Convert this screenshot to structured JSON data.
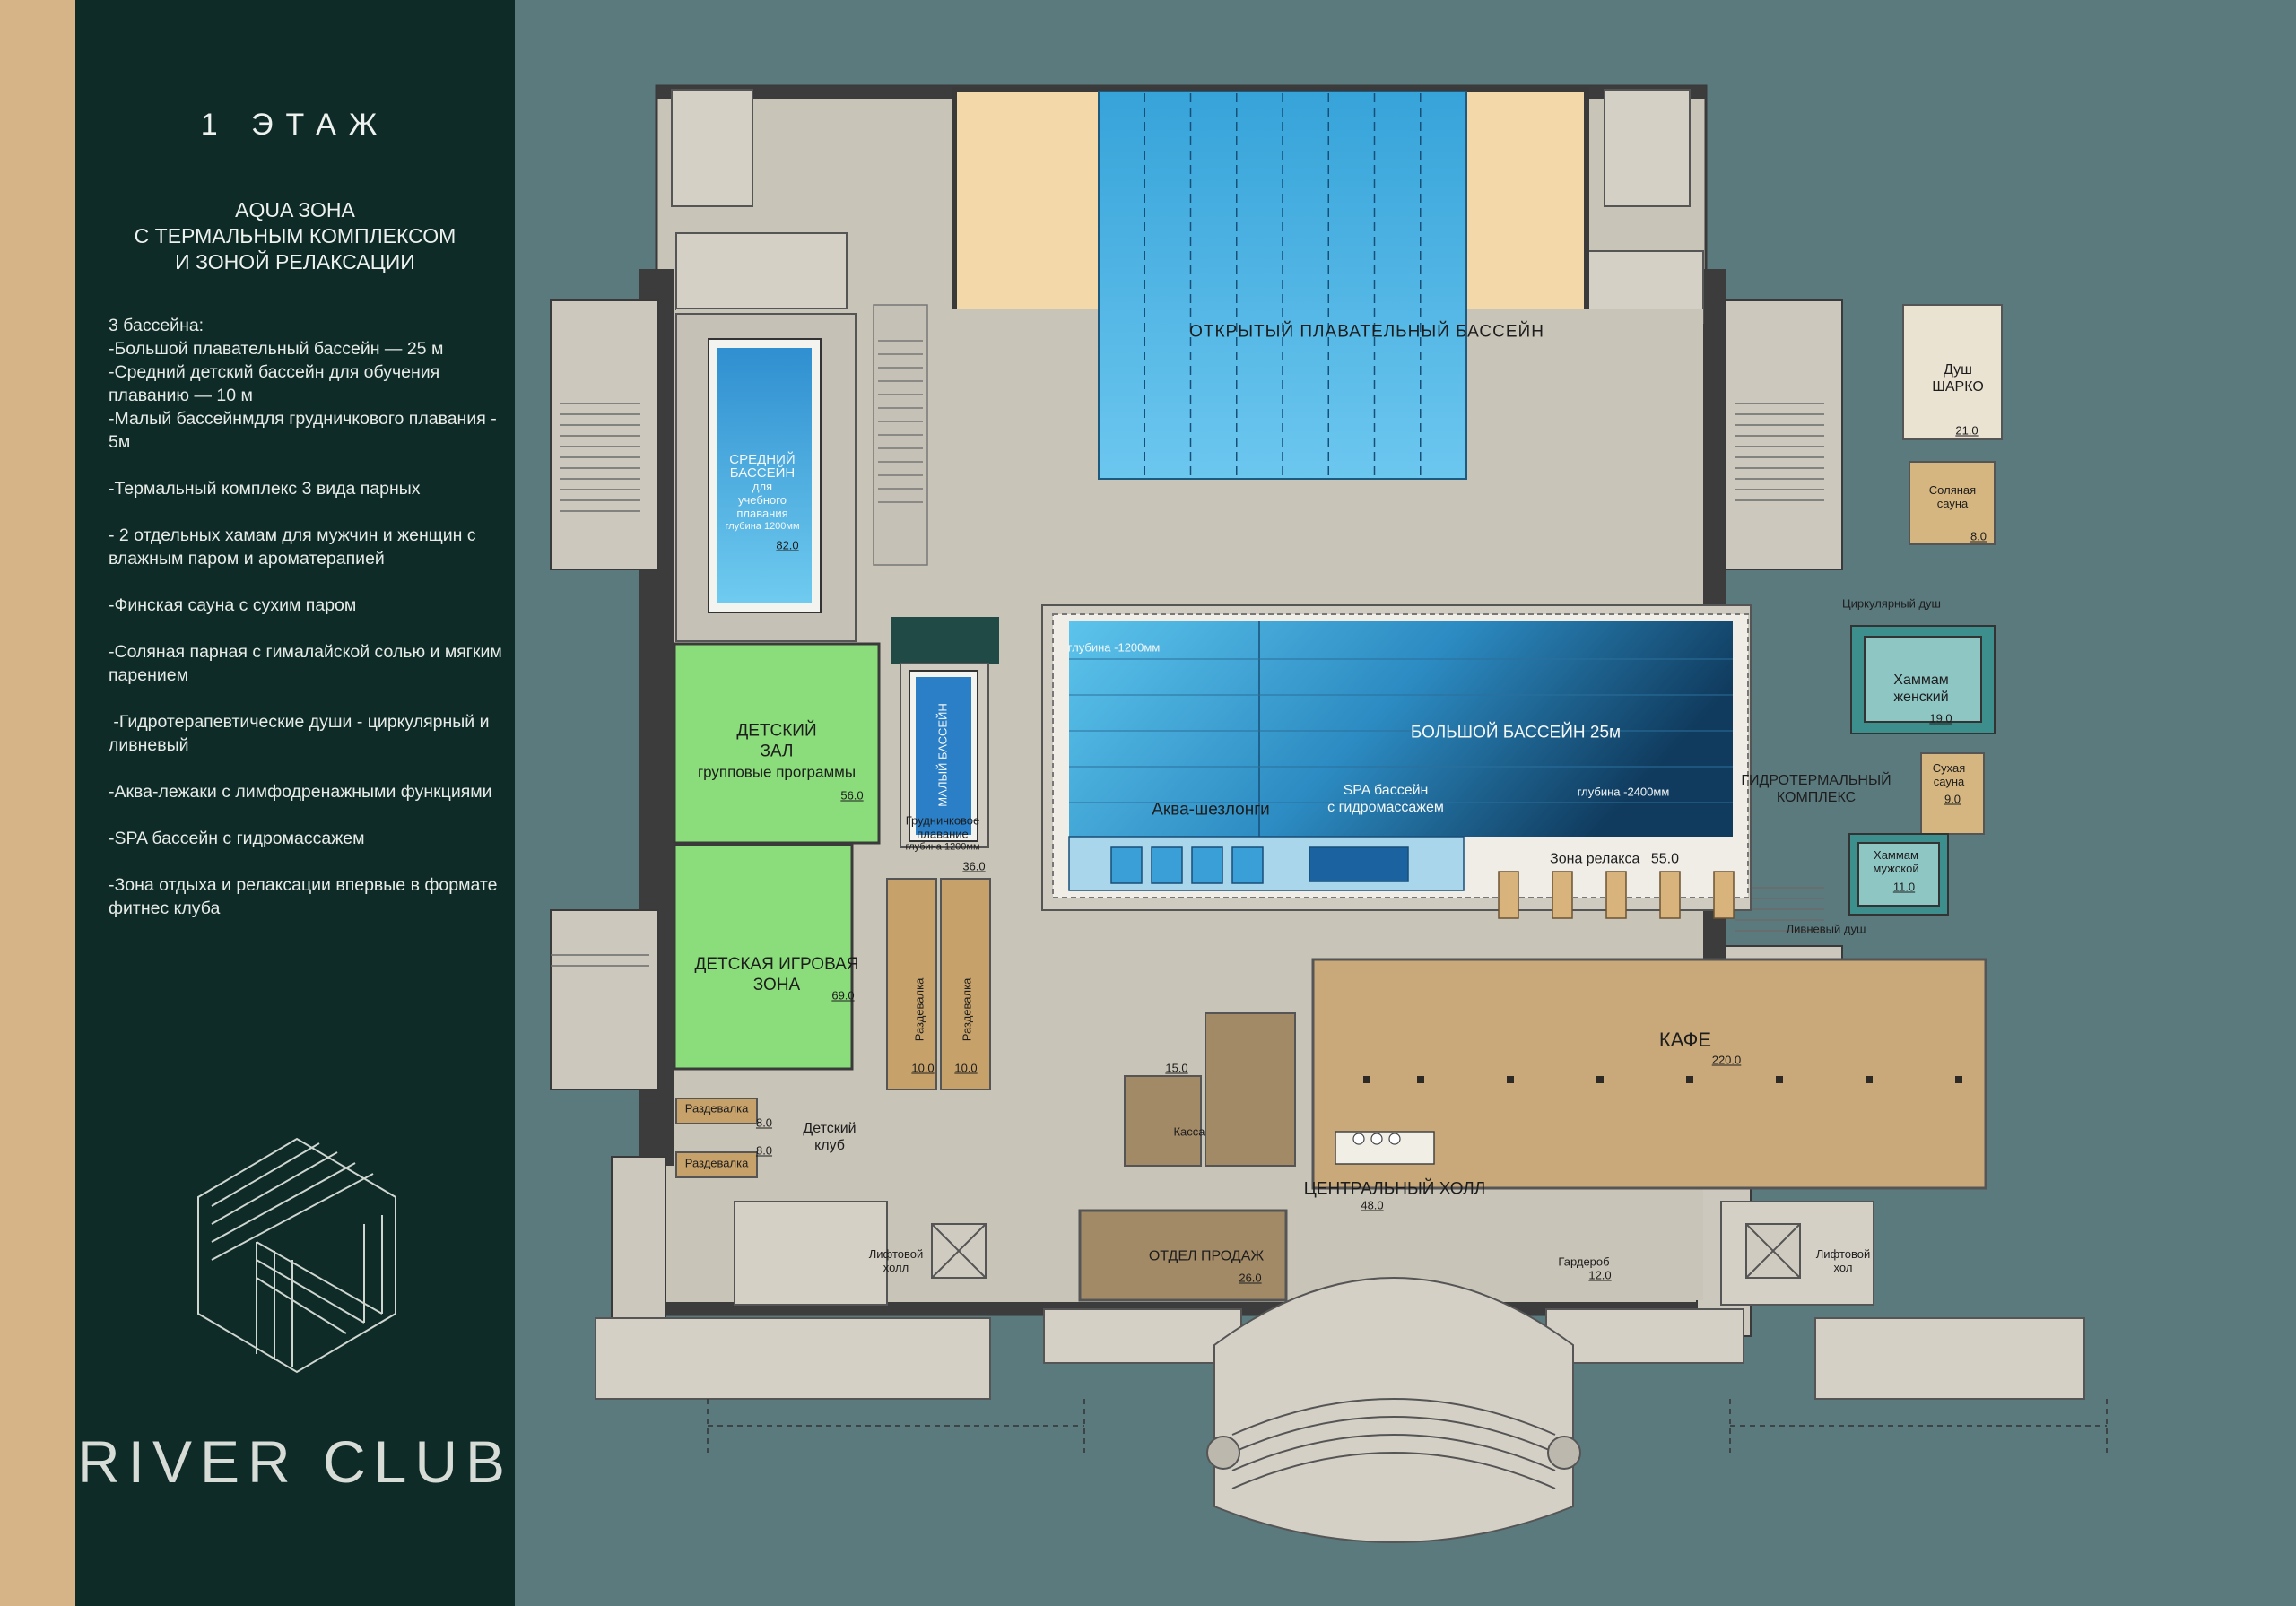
{
  "sidebar": {
    "floor_title": "1 ЭТАЖ",
    "zone_title_lines": [
      "AQUA ЗОНА",
      "С ТЕРМАЛЬНЫМ КОМПЛЕКСОМ",
      "И ЗОНОЙ РЕЛАКСАЦИИ"
    ],
    "features": [
      "3 бассейна:",
      "-Большой плавательный бассейн — 25 м",
      "-Средний детский бассейн для обучения плаванию — 10 м",
      "-Малый бассейнмдля грудничкового плавания - 5м",
      "-Термальный комплекс 3 вида парных",
      "- 2 отдельных хамам для мужчин и женщин с влажным паром и ароматерапией",
      "-Финская сауна с сухим паром",
      "-Соляная парная с гималайской солью и мягким парением",
      " -Гидротерапевтические души - циркулярный и ливневый",
      "-Аква-лежаки с лимфодренажными функциями",
      "-SPA бассейн с гидромассажем",
      "-Зона отдыха и релаксации впервые в формате фитнес клуба"
    ],
    "brand": "RIVER CLUB"
  },
  "colors": {
    "sidebar_bg": "#0e2b28",
    "accent_tan": "#d7b487",
    "background": "#5b7a7e",
    "pool_blue": "#36a3d9",
    "kids_green": "#8bdd7b",
    "cafe_tan": "#c9a97a",
    "floor_gray": "#c9c4b8"
  },
  "plan": {
    "open_pool": "ОТКРЫТЫЙ ПЛАВАТЕЛЬНЫЙ БАССЕЙН",
    "mid_pool": {
      "lines": [
        "СРЕДНИЙ",
        "БАССЕЙН",
        "для",
        "учебного",
        "плавания"
      ],
      "depth": "глубина 1200мм",
      "area": "82.0"
    },
    "small_pool": "МАЛЫЙ БАССЕЙН",
    "infant": {
      "lines": [
        "Грудничковое",
        "плавание"
      ],
      "depth": "глубина 1200мм",
      "area": "36.0"
    },
    "kids_hall": {
      "lines": [
        "ДЕТСКИЙ",
        "ЗАЛ"
      ],
      "sub": "групповые программы",
      "area": "56.0"
    },
    "kids_play": {
      "lines": [
        "ДЕТСКАЯ ИГРОВАЯ",
        "ЗОНА"
      ],
      "area": "69.0"
    },
    "big_pool": {
      "title": "БОЛЬШОЙ БАССЕЙН 25м",
      "depth_shallow": "глубина -1200мм",
      "depth_deep": "глубина -2400мм",
      "loungers": "Аква-шезлонги",
      "spa": [
        "SPA бассейн",
        "с гидромассажем"
      ]
    },
    "relax": {
      "label": "Зона релакса",
      "area": "55.0"
    },
    "sharko": {
      "lines": [
        "Душ",
        "ШАРКО"
      ],
      "area": "21.0"
    },
    "salt_sauna": {
      "lines": [
        "Соляная",
        "сауна"
      ],
      "area": "8.0"
    },
    "circular_shower": "Циркулярный душ",
    "hammam_f": {
      "lines": [
        "Хаммам",
        "женский"
      ],
      "area": "19.0"
    },
    "hydro": [
      "ГИДРОТЕРМАЛЬНЫЙ",
      "КОМПЛЕКС"
    ],
    "dry_sauna": {
      "lines": [
        "Сухая",
        "сауна"
      ],
      "area": "9.0"
    },
    "hammam_m": {
      "lines": [
        "Хаммам",
        "мужской"
      ],
      "area": "11.0"
    },
    "rain_shower": "Ливневый душ",
    "cafe": {
      "title": "КАФЕ",
      "area": "220.0"
    },
    "locker": "Раздевалка",
    "locker_l_area": "10.0",
    "locker_r_area": "10.0",
    "kids_locker_area": "8.0",
    "kids_club": [
      "Детский",
      "клуб"
    ],
    "office_area": "15.0",
    "kassa": "Касса",
    "central_hall": {
      "title": "ЦЕНТРАЛЬНЫЙ ХОЛЛ",
      "area": "48.0"
    },
    "sales": {
      "title": "ОТДЕЛ ПРОДАЖ",
      "area": "26.0"
    },
    "wardrobe": {
      "title": "Гардероб",
      "area": "12.0"
    },
    "lift_hall_l": [
      "Лифтовой",
      "холл"
    ],
    "lift_hall_r": [
      "Лифтовой",
      "хол"
    ]
  }
}
